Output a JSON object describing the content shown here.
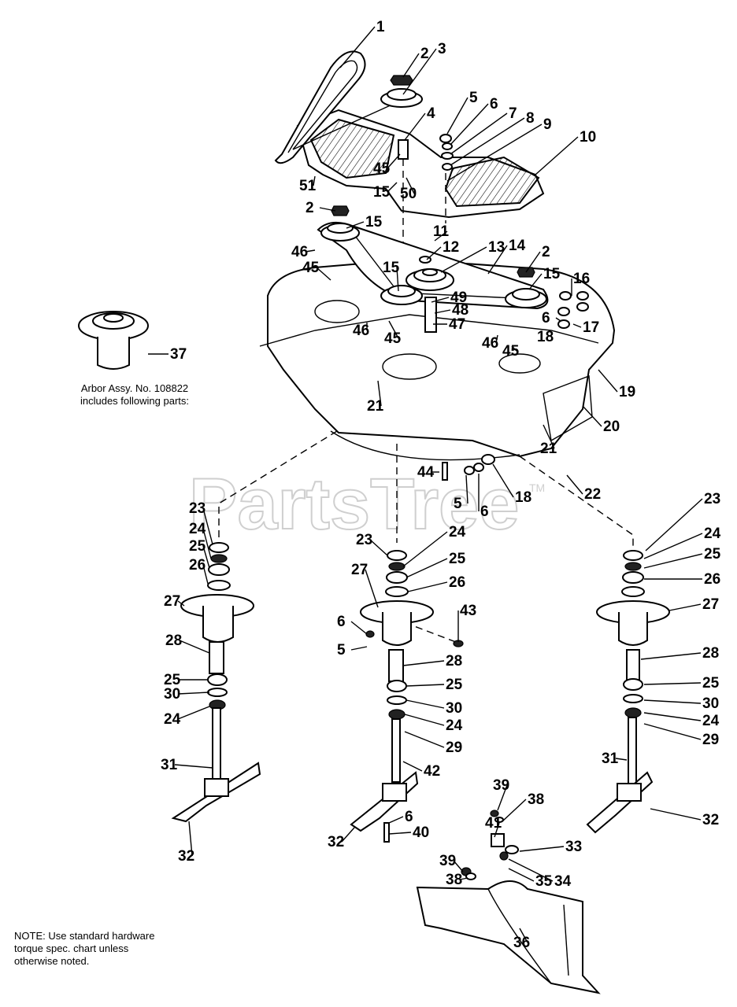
{
  "watermark": {
    "text": "PartsTree",
    "trademark": "TM"
  },
  "arbor_note": {
    "line1": "Arbor Assy. No. 108822",
    "line2": "includes following parts:"
  },
  "footer_note": {
    "line1": "NOTE: Use standard hardware",
    "line2": "torque spec. chart unless",
    "line3": "otherwise noted."
  },
  "callouts": [
    "1",
    "2",
    "3",
    "4",
    "5",
    "6",
    "7",
    "8",
    "9",
    "10",
    "11",
    "12",
    "13",
    "14",
    "15",
    "16",
    "17",
    "18",
    "19",
    "20",
    "21",
    "22",
    "23",
    "24",
    "25",
    "26",
    "27",
    "28",
    "29",
    "30",
    "31",
    "32",
    "33",
    "34",
    "35",
    "36",
    "37",
    "38",
    "39",
    "40",
    "41",
    "42",
    "43",
    "44",
    "45",
    "46",
    "47",
    "48",
    "49",
    "50",
    "51"
  ]
}
